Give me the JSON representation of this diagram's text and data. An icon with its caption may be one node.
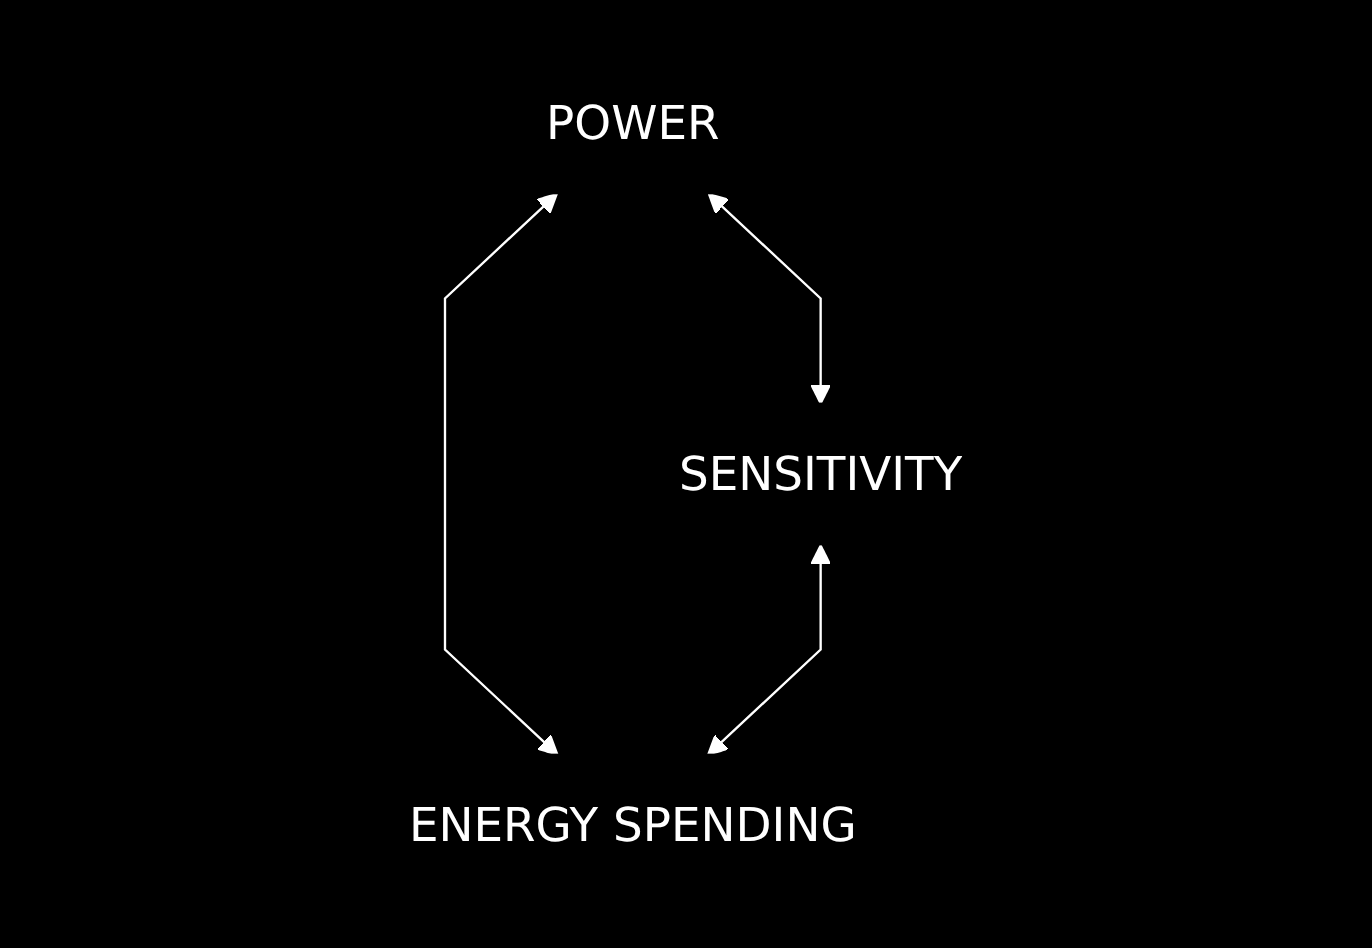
{
  "diagram": {
    "nodes": [
      {
        "text": [
          "POWER"
        ]
      },
      {
        "text": [
          "SENSITIVITY"
        ]
      },
      {
        "text": [
          "ENERGY SPENDING"
        ]
      }
    ],
    "edges": [
      {
        "from": 0,
        "to": 1,
        "arrow": "both"
      },
      {
        "from": 0,
        "to": 2,
        "arrow": "both"
      },
      {
        "from": 1,
        "to": 2,
        "arrow": "both"
      }
    ]
  }
}
